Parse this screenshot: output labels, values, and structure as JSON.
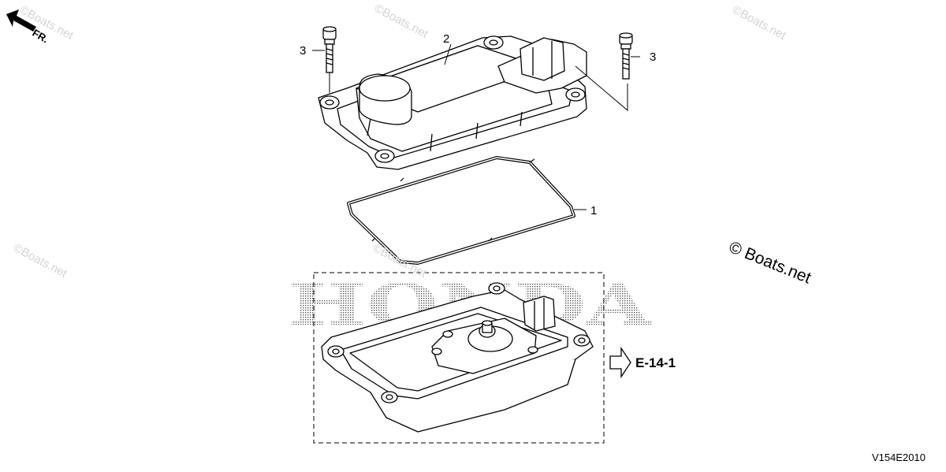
{
  "front_label": "FR.",
  "callouts": {
    "gasket": "1",
    "cover": "2",
    "bolt_left": "3",
    "bolt_right": "3"
  },
  "reference": "E-14-1",
  "diagram_code": "V154E2010",
  "watermark_text": "©Boats.net",
  "watermark_main": "© Boats.net",
  "background_brand": "HONDA",
  "colors": {
    "line": "#000000",
    "watermark": "#d4d4d4",
    "background": "#ffffff"
  }
}
